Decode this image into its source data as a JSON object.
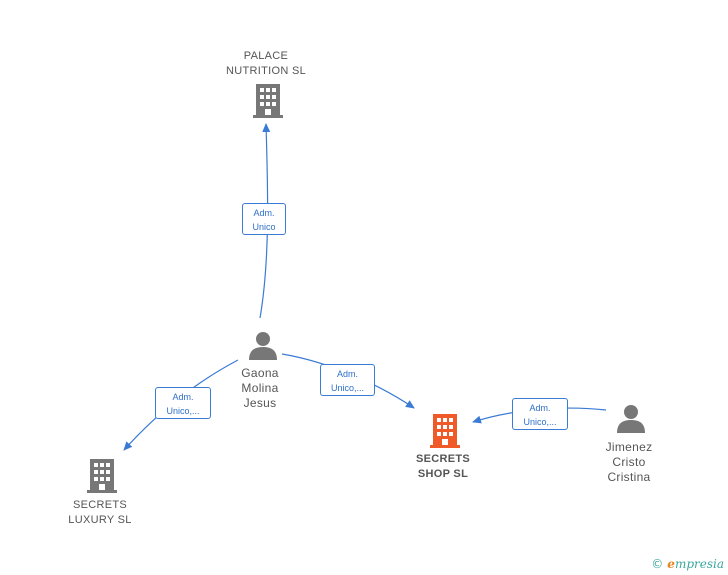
{
  "nodes": {
    "palace": {
      "type": "company",
      "lines": [
        "PALACE",
        "NUTRITION SL"
      ],
      "color": "#777777"
    },
    "secrets_shop": {
      "type": "company",
      "lines": [
        "SECRETS",
        "SHOP  SL"
      ],
      "color": "#f05a28"
    },
    "secrets_luxury": {
      "type": "company",
      "lines": [
        "SECRETS",
        "LUXURY  SL"
      ],
      "color": "#777777"
    },
    "gaona": {
      "type": "person",
      "lines": [
        "Gaona",
        "Molina",
        "Jesus"
      ],
      "color": "#777777"
    },
    "jimenez": {
      "type": "person",
      "lines": [
        "Jimenez",
        "Cristo",
        "Cristina"
      ],
      "color": "#777777"
    }
  },
  "edges": {
    "gaona_palace": {
      "lines": [
        "Adm.",
        "Unico"
      ]
    },
    "gaona_shop": {
      "lines": [
        "Adm.",
        "Unico,..."
      ]
    },
    "gaona_luxury": {
      "lines": [
        "Adm.",
        "Unico,..."
      ]
    },
    "jimenez_shop": {
      "lines": [
        "Adm.",
        "Unico,..."
      ]
    }
  },
  "colors": {
    "edge": "#3a7bd5",
    "company_icon": "#777777",
    "focus_icon": "#f05a28",
    "person_icon": "#777777"
  },
  "brand": {
    "copyright": "©",
    "initial": "e",
    "rest": "mpresia"
  }
}
